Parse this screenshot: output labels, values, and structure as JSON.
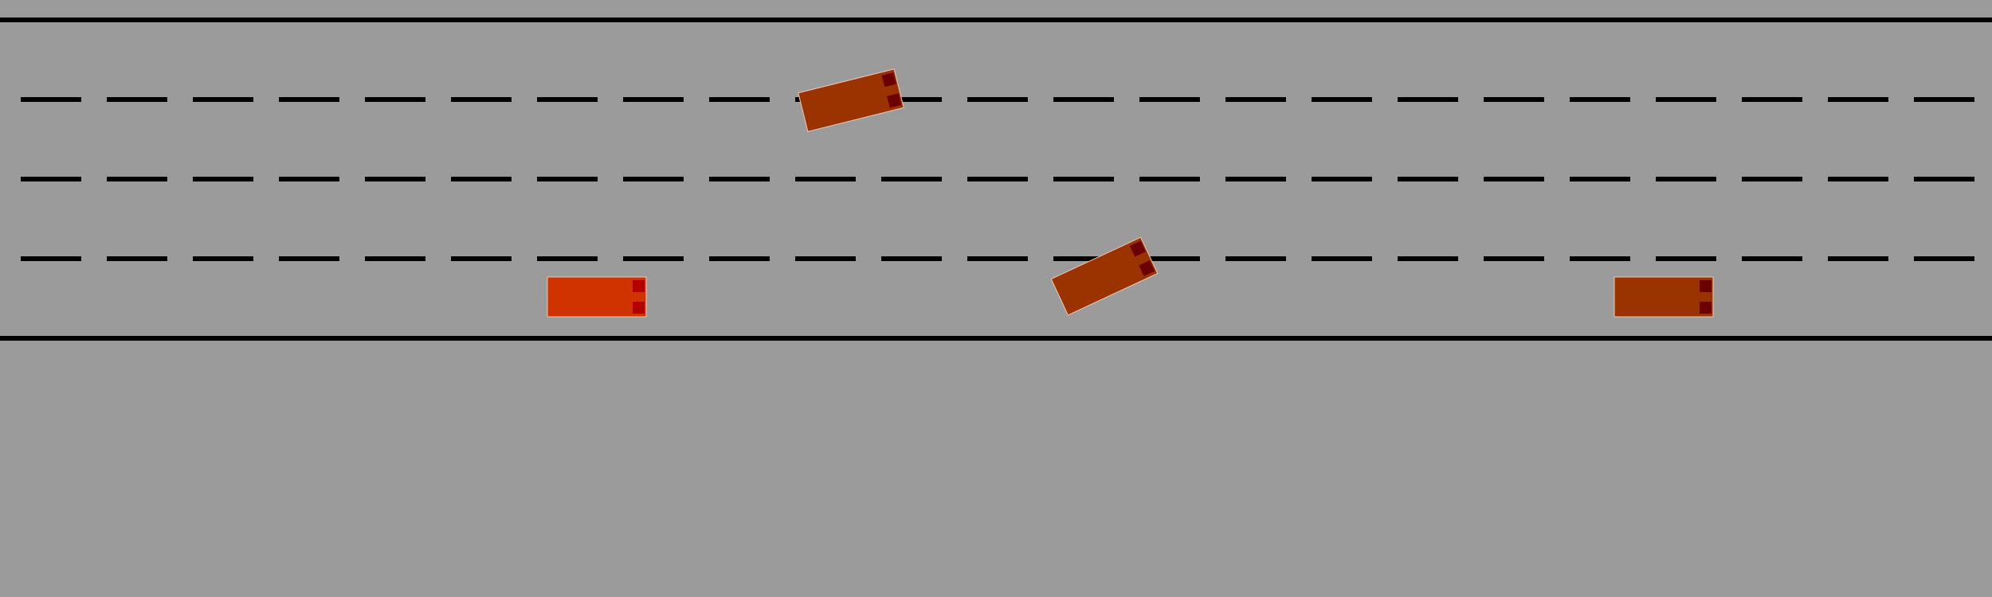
{
  "scene": {
    "type": "highway-driving-simulation",
    "lane_count": 4,
    "colors": {
      "background": "#9b9b9b",
      "road_edge": "#000000",
      "lane_marking": "#000000",
      "ego_vehicle": "#d13300",
      "other_vehicle": "#9a3300",
      "vehicle_outline": "#e8c9b8",
      "light_ego": "#b50000",
      "light_other": "#6b0000"
    }
  },
  "vehicles": [
    {
      "id": "ego-vehicle",
      "role": "ego",
      "lane": 4,
      "heading_deg": 0
    },
    {
      "id": "vehicle-2",
      "role": "other",
      "lane": 1,
      "heading_deg": -14
    },
    {
      "id": "vehicle-3",
      "role": "other",
      "lane": 3,
      "heading_deg": -25
    },
    {
      "id": "vehicle-4",
      "role": "other",
      "lane": 4,
      "heading_deg": 0
    }
  ]
}
